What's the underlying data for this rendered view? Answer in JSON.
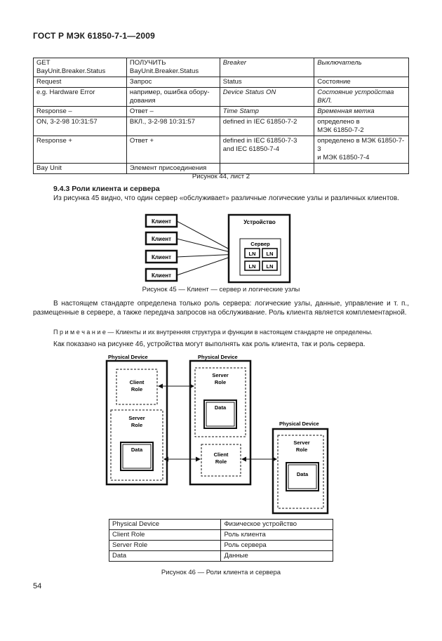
{
  "header": "ГОСТ Р МЭК 61850-7-1—2009",
  "table1": {
    "rows": [
      [
        "GET\nBayUnit.Breaker.Status",
        "ПОЛУЧИТЬ\nBayUnit.Breaker.Status",
        "Breaker",
        "Выключатель"
      ],
      [
        "Request",
        "Запрос",
        "Status",
        "Состояние"
      ],
      [
        "e.g. Hardware Error",
        "например, ошибка обору-\nдования",
        "Device Status ON",
        "Состояние устройства ВКЛ."
      ],
      [
        "Response –",
        "Ответ –",
        "Time Stamp",
        "Временная метка"
      ],
      [
        "ON, 3-2-98 10:31:57",
        "ВКЛ., 3-2-98 10:31:57",
        "defined in IEC 61850-7-2",
        "определено в\nМЭК 61850-7-2"
      ],
      [
        "Response +",
        "Ответ +",
        "defined in IEC 61850-7-3\nand IEC 61850-7-4",
        "определено в МЭК 61850-7-3\nи МЭК 61850-7-4"
      ],
      [
        "Bay Unit",
        "Элемент присоединения",
        "",
        ""
      ]
    ]
  },
  "caption44": "Рисунок 44, лист 2",
  "section_title": "9.4.3 Роли клиента и сервера",
  "para1": "Из рисунка 45 видно, что один сервер «обслуживает» различные логические узлы и различных клиентов.",
  "fig45": {
    "clients": [
      "Клиент",
      "Клиент",
      "Клиент",
      "Клиент"
    ],
    "device_label": "Устройство",
    "server_label": "Сервер",
    "ln_labels": [
      "LN",
      "LN",
      "LN",
      "LN"
    ]
  },
  "caption45": "Рисунок 45 — Клиент — сервер и логические узлы",
  "para2": "В настоящем стандарте определена только роль сервера: логические узлы, данные, управление и т. п., размещенные в сервере, а также передача запросов на обслуживание. Роль клиента является комплементарной.",
  "note_prefix": "П р и м е ч а н и е",
  "note_text": " — Клиенты и их внутренняя структура и функции в настоящем стандарте не определены.",
  "para3": "Как показано на рисунке 46, устройства могут выполнять как роль клиента, так и роль сервера.",
  "fig46": {
    "physical_device": "Physical Device",
    "client_role_1": "Client",
    "client_role_2": "Role",
    "server_role_1": "Server",
    "server_role_2": "Role",
    "data": "Data"
  },
  "table2": {
    "rows": [
      [
        "Physical Device",
        "Физическое устройство"
      ],
      [
        "Client Role",
        "Роль клиента"
      ],
      [
        "Server Role",
        "Роль сервера"
      ],
      [
        "Data",
        "Данные"
      ]
    ]
  },
  "caption46": "Рисунок 46 — Роли клиента и сервера",
  "page_number": "54"
}
